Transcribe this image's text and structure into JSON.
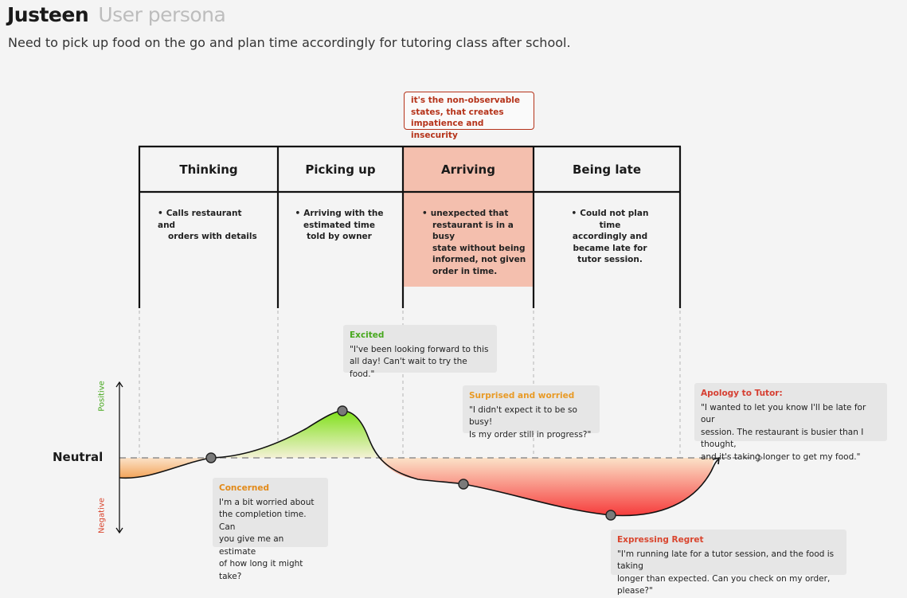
{
  "header": {
    "title": "Justeen",
    "subtitle_tag": "User persona",
    "description": "Need to pick up food on the go and plan time accordingly for tutoring class after school."
  },
  "callout": {
    "text": "it's the non-observable states, that creates impatience and insecurity"
  },
  "stages": [
    {
      "title": "Thinking",
      "desc": [
        "Calls restaurant and",
        "orders with details"
      ]
    },
    {
      "title": "Picking up",
      "desc": [
        "Arriving with the",
        "estimated time",
        "told by owner"
      ]
    },
    {
      "title": "Arriving",
      "desc": [
        "unexpected that",
        "restaurant is in a busy",
        "state without being",
        "informed, not given",
        "order in time."
      ]
    },
    {
      "title": "Being late",
      "desc": [
        "Could not plan time",
        "accordingly and",
        "became late for",
        "tutor session."
      ]
    }
  ],
  "axis": {
    "neutral": "Neutral",
    "positive": "Positive",
    "negative": "Negative"
  },
  "cards": {
    "excited": {
      "head": "Excited",
      "lines": [
        "\"I've been looking forward to this",
        "all day! Can't wait to try the food.\""
      ]
    },
    "surprised": {
      "head": "Surprised and worried",
      "lines": [
        "\"I didn't expect it to be so busy!",
        "Is my order still in progress?\""
      ]
    },
    "apology": {
      "head": "Apology to Tutor:",
      "lines": [
        "\"I wanted to let you know I'll be late for our",
        "session. The restaurant is busier than I thought,",
        "and it's taking longer to get my food.\""
      ]
    },
    "concerned": {
      "head": "Concerned",
      "lines": [
        "I'm a bit worried about",
        "the completion time. Can",
        "you give me an estimate",
        "of how long it might take?"
      ]
    },
    "regret": {
      "head": "Expressing Regret",
      "lines": [
        "\"I'm running late for a tutor session, and the food is taking",
        "longer than expected. Can you check on my order, please?\""
      ]
    }
  },
  "colors": {
    "positive": "#47a81e",
    "negative": "#d9452e",
    "concerned": "#e28a19",
    "surprised": "#e89a26",
    "apology": "#d63f32",
    "callout": "#b5331a",
    "highlight": "#f4bfae"
  }
}
